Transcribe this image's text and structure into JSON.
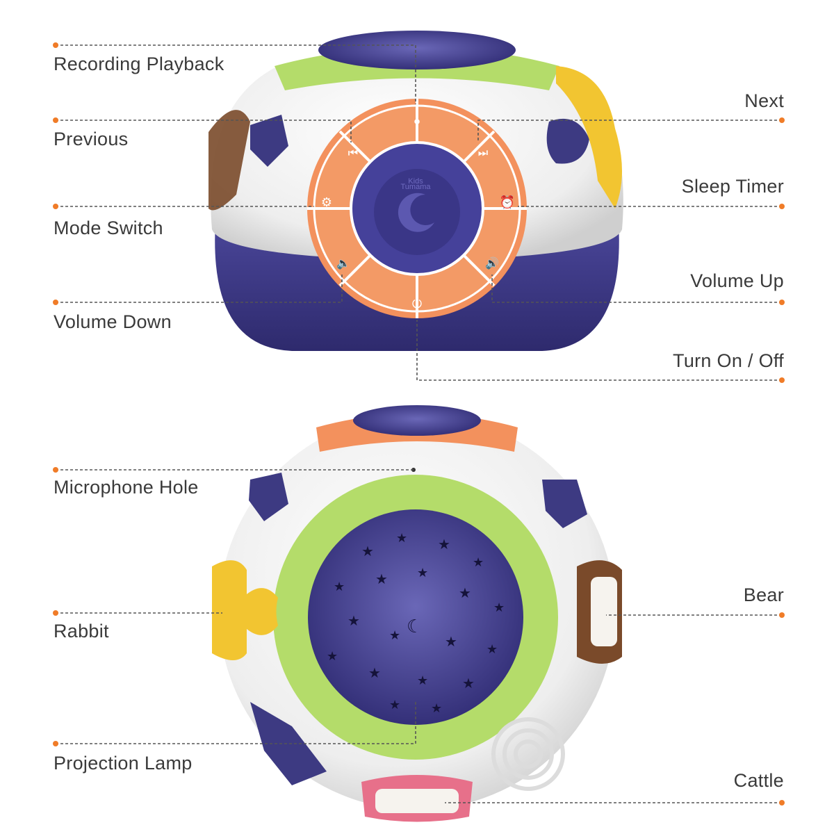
{
  "brand": {
    "line1": "Kids",
    "line2": "Tumama"
  },
  "colors": {
    "accent": "#f07c28",
    "navy": "#3d3a82",
    "orange_ring": "#f3915d",
    "lime": "#b4dc6a",
    "shell": "#f2f2f2"
  },
  "device_top_labels": {
    "left": [
      "Recording Playback",
      "Previous",
      "Mode Switch",
      "Volume Down"
    ],
    "right": [
      "Next",
      "Sleep Timer",
      "Volume Up",
      "Turn On / Off"
    ]
  },
  "device_bottom_labels": {
    "left": [
      "Microphone Hole",
      "Rabbit",
      "Projection Lamp"
    ],
    "right": [
      "Bear",
      "Cattle"
    ]
  }
}
